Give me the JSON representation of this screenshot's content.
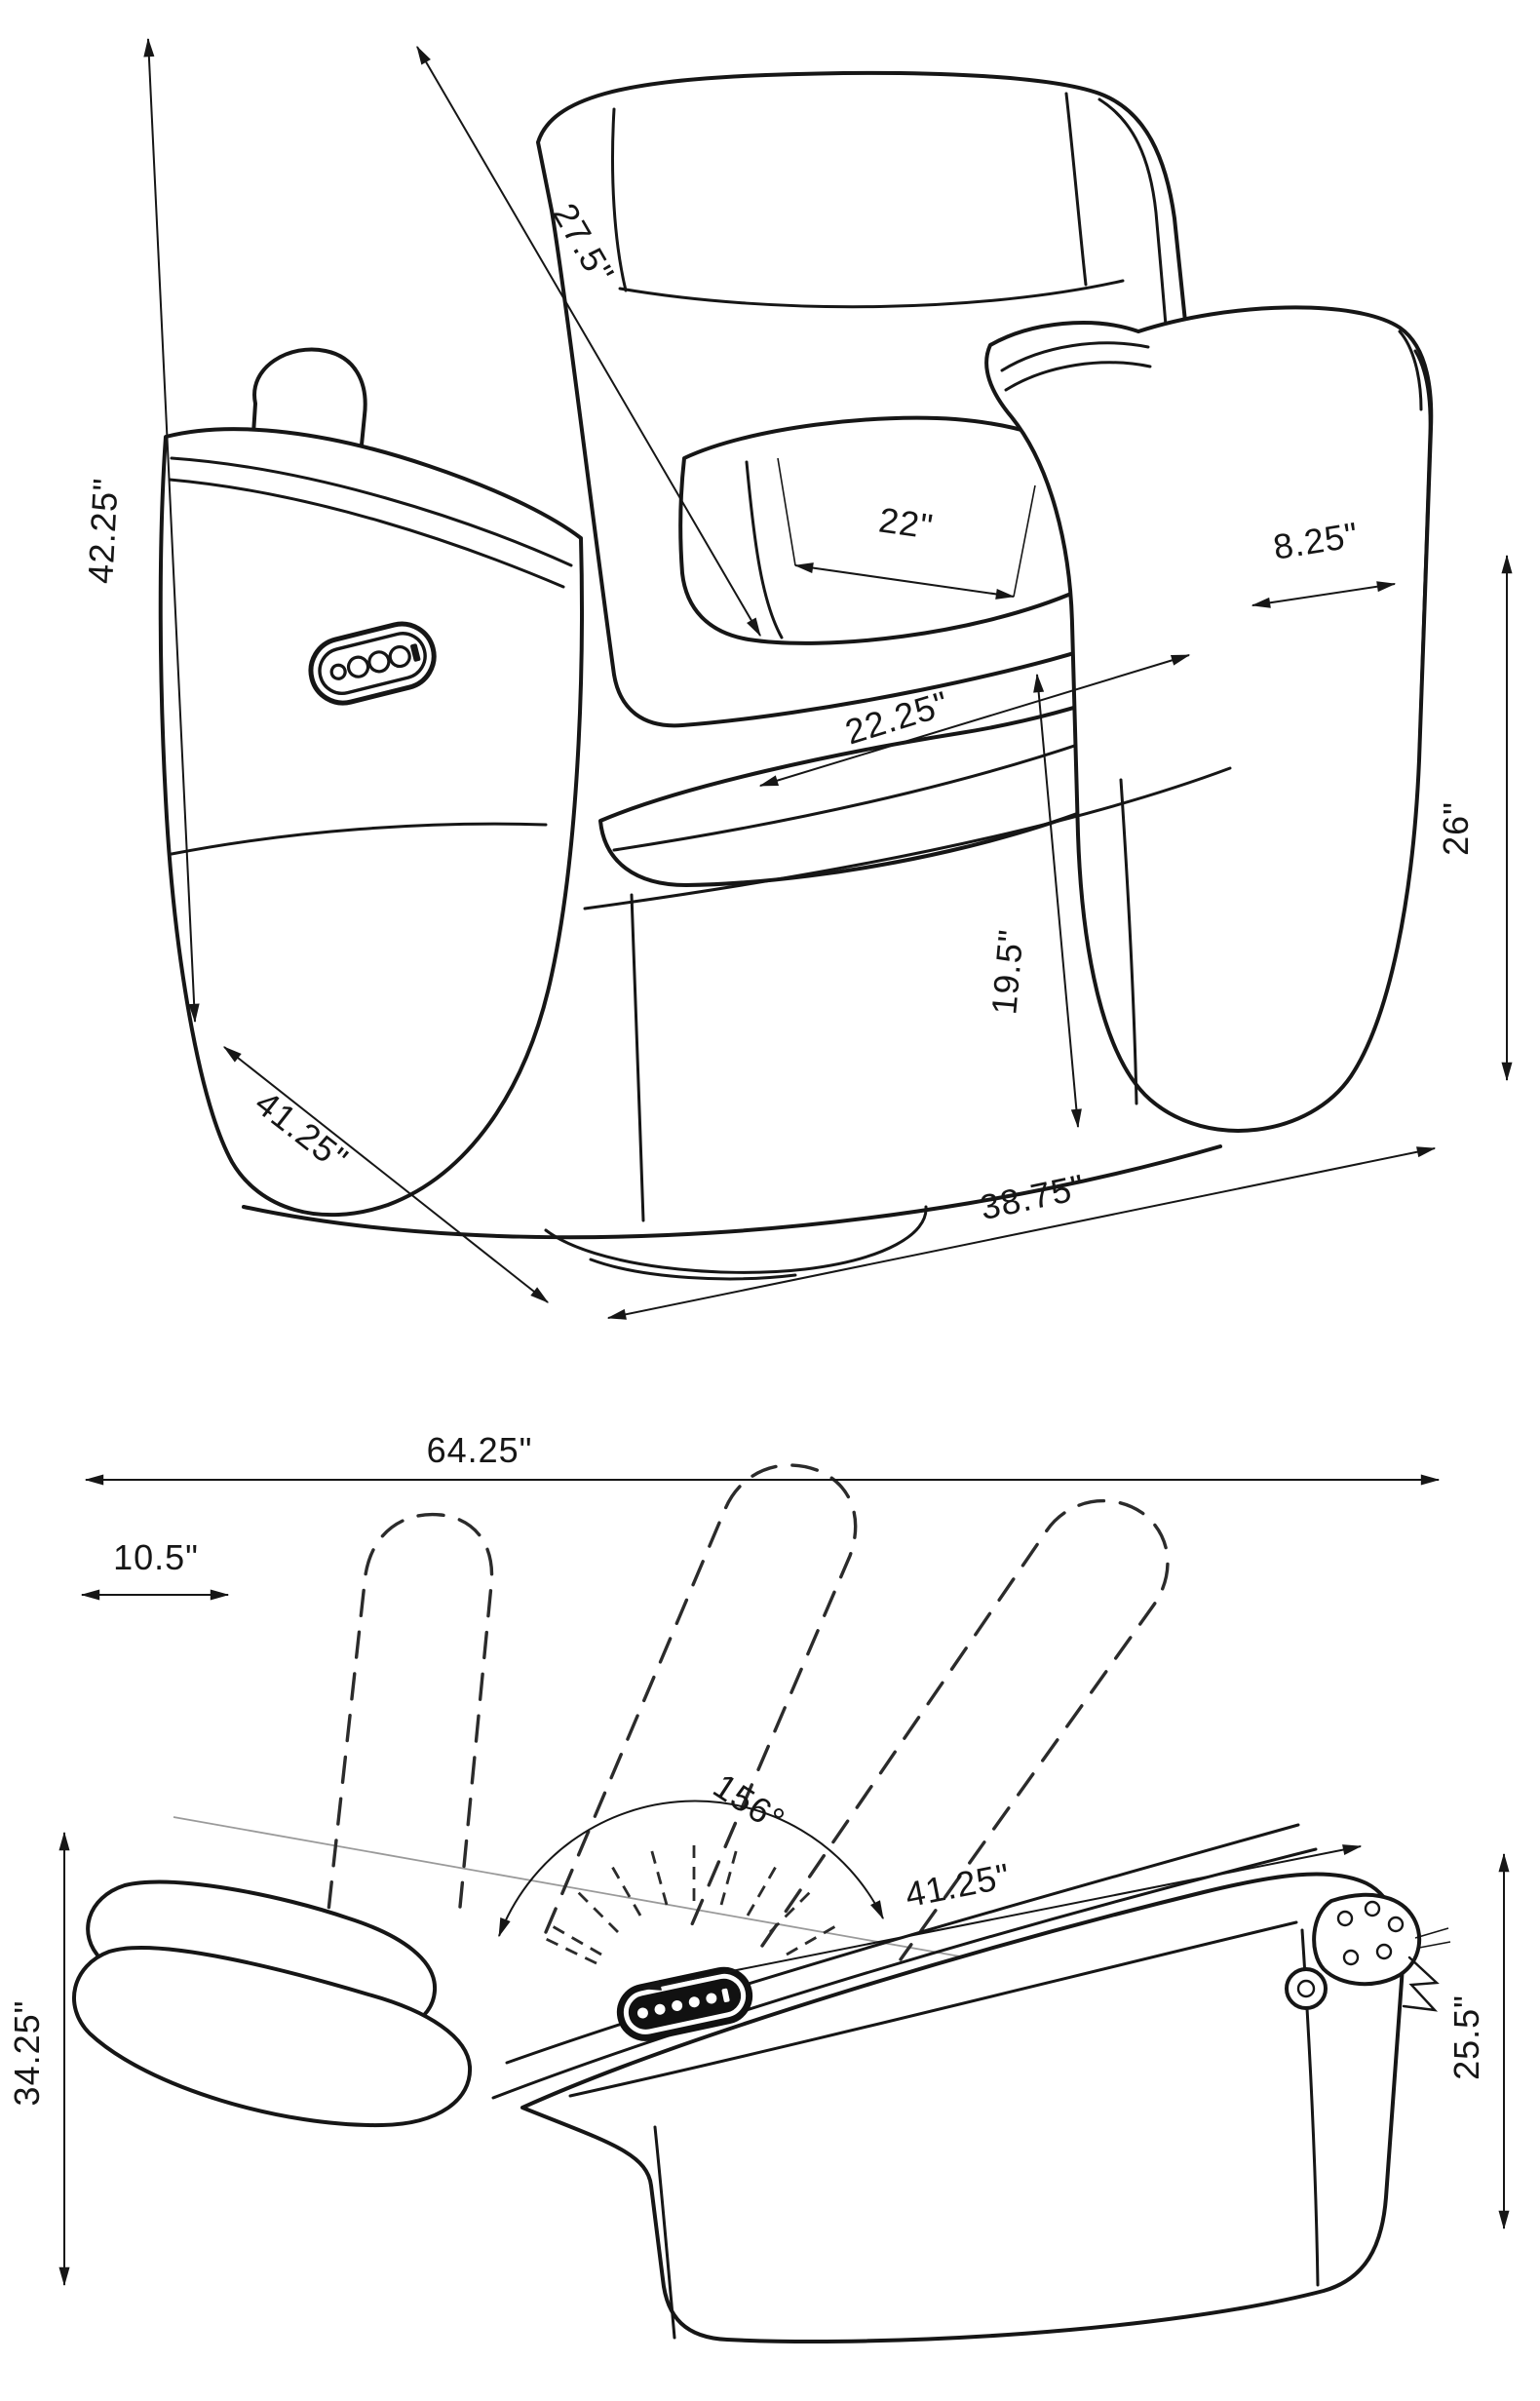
{
  "page": {
    "background": "#ffffff",
    "ink_color": "#161616",
    "guide_color": "#9a9a9a"
  },
  "upright_view": {
    "name": "recliner upright position",
    "dims": {
      "overall_height": "42.25\"",
      "back_length": "27.5\"",
      "seat_width": "22\"",
      "arm_top_width": "8.25\"",
      "seat_depth": "22.25\"",
      "arm_height": "26\"",
      "seat_height": "19.5\"",
      "overall_depth": "41.25\"",
      "base_width": "38.75\""
    }
  },
  "reclined_view": {
    "name": "recliner reclined position",
    "dims": {
      "reclined_length": "64.25\"",
      "wall_clearance": "10.5\"",
      "recline_angle": "156°",
      "back_recline_length": "41.25\"",
      "reclined_height": "34.25\"",
      "footrest_floor_height": "25.5\""
    }
  }
}
